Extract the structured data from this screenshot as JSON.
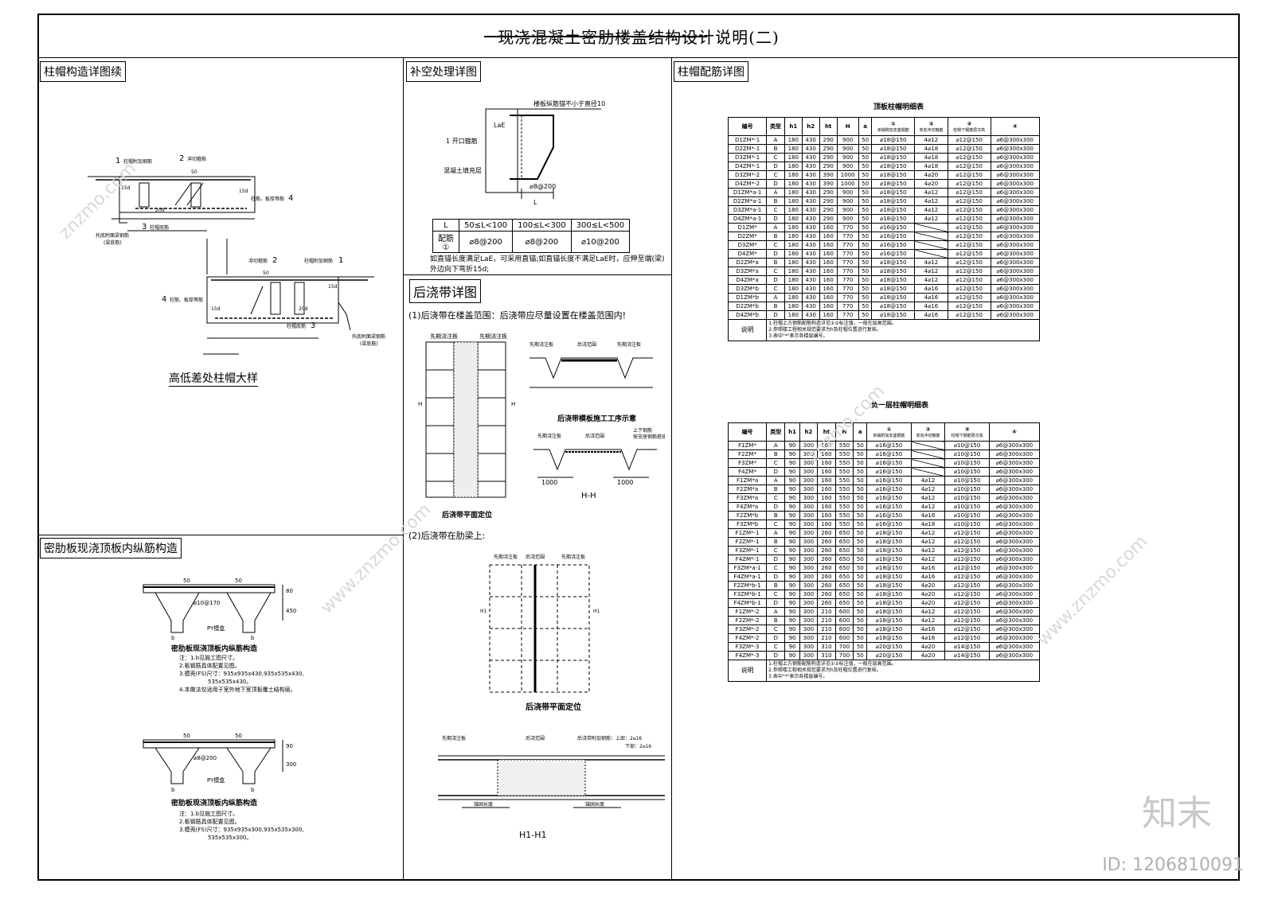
{
  "title": "现浇混凝土密肋楼盖结构设计说明(二)",
  "sections": {
    "s1": "柱帽构造详图续",
    "s2": "补空处理详图",
    "s3": "柱帽配筋详图",
    "s4": "密肋板现浇顶板内纵筋构造",
    "s5": "后浇带详图"
  },
  "col_cap_detail": {
    "caption": "高低差处柱帽大样",
    "label1": "1",
    "label2": "2",
    "label3": "3",
    "label4": "4",
    "l1_text": "柱帽附加钢筋",
    "l2_text": "冲切箍筋",
    "l3_text": "柱帽底筋",
    "l4_text": "柱筋、板厚等筋",
    "l5_text": "托底附面梁钢筋",
    "l6_text": "(梁底筋)",
    "d15": "15d",
    "d20": "20d",
    "d50": "50"
  },
  "fill_detail": {
    "t1": "楼板纵筋锚不小于直径10",
    "t2": "1 开口箍筋",
    "t3": "混凝土填充层",
    "t4": "LaE",
    "t5": "⌀8@200",
    "t6": "L",
    "table_h1": "L",
    "table_h2": "50≤L<100",
    "table_h3": "100≤L<300",
    "table_h4": "300≤L<500",
    "table_r1": "配筋",
    "table_r2": "①",
    "table_v1": "⌀8@200",
    "table_v2": "⌀8@200",
    "table_v3": "⌀10@200",
    "note": "如直锚长度满足LaE，可采用直锚;如直锚长度不满足LaE时，应伸至端(梁)外边向下弯折15d;"
  },
  "post_pour": {
    "p1": "(1)后浇带在楼盖范围：后浇带应尽量设置在楼盖范围内!",
    "p2": "(2)后浇带在肋梁上:",
    "cap1": "后浇带模板施工工序示意",
    "cap2": "后浇带平面定位",
    "cap3": "H-H",
    "cap4": "后浇带平面定位",
    "cap5": "H1-H1",
    "lbl_first": "先期浇注板",
    "lbl_post": "后浇范围",
    "lbl_h": "H",
    "lbl_h1": "H1",
    "d1000a": "1000",
    "d1000b": "1000",
    "top_note1": "上下钢筋",
    "top_note2": "按支座钢筋搭接",
    "rebar1": "后浇带附加钢筋：上部：2⌀16",
    "rebar2": "下部：2⌀16",
    "anchor1": "锚固长度",
    "anchor2": "锚固长度"
  },
  "rib_slab": {
    "cap1": "密肋板现浇顶板内纵筋构造",
    "cap2": "密肋板现浇顶板内纵筋构造",
    "r1": "⌀10@170",
    "r2": "⌀8@200",
    "d50": "50",
    "d80": "80",
    "d450": "450",
    "d90": "90",
    "d300": "300",
    "py1": "PY模盒",
    "py2": "PY模盒",
    "b": "b",
    "notes1": [
      "注：1.b见施工图尺寸。",
      "2.板钢筋具体配置见图。",
      "3.模壳(FS)尺寸：935x935x430,935x535x430,",
      "535x535x430。",
      "4.本做法仅适用于室外地下室顶板覆土结构层。"
    ],
    "notes2": [
      "注：1.b见施工图尺寸。",
      "2.板钢筋具体配置见图。",
      "3.模壳(FS)尺寸：935x935x300,935x535x300,",
      "535x535x300。"
    ]
  },
  "table1": {
    "title": "顶板柱帽明细表",
    "headers": [
      "编号",
      "类型",
      "h1",
      "h2",
      "ht",
      "H",
      "a",
      "①",
      "②",
      "③",
      "④"
    ],
    "subheaders": [
      "",
      "",
      "",
      "",
      "",
      "",
      "",
      "单抽附加支座钢筋",
      "单向冲切箍筋",
      "柱帽下钢筋层次高",
      ""
    ],
    "rows": [
      [
        "D1ZM*-1",
        "A",
        "180",
        "430",
        "290",
        "900",
        "50",
        "⌀18@150",
        "4⌀12",
        "⌀12@150",
        "⌀6@300x300"
      ],
      [
        "D2ZM*-1",
        "B",
        "180",
        "430",
        "290",
        "900",
        "50",
        "⌀18@150",
        "4⌀18",
        "⌀12@150",
        "⌀6@300x300"
      ],
      [
        "D3ZM*-1",
        "C",
        "180",
        "430",
        "290",
        "900",
        "50",
        "⌀18@150",
        "4⌀18",
        "⌀12@150",
        "⌀6@300x300"
      ],
      [
        "D4ZM*-1",
        "D",
        "180",
        "430",
        "290",
        "900",
        "50",
        "⌀18@150",
        "4⌀18",
        "⌀12@150",
        "⌀6@300x300"
      ],
      [
        "D3ZM*-2",
        "C",
        "180",
        "430",
        "390",
        "1000",
        "50",
        "⌀18@150",
        "4⌀20",
        "⌀12@150",
        "⌀6@300x300"
      ],
      [
        "D4ZM*-2",
        "D",
        "180",
        "430",
        "390",
        "1000",
        "50",
        "⌀18@150",
        "4⌀20",
        "⌀12@150",
        "⌀6@300x300"
      ],
      [
        "D1ZM*a-1",
        "A",
        "180",
        "430",
        "290",
        "900",
        "50",
        "⌀18@150",
        "4⌀12",
        "⌀12@150",
        "⌀6@300x300"
      ],
      [
        "D2ZM*a-1",
        "B",
        "180",
        "430",
        "290",
        "900",
        "50",
        "⌀18@150",
        "4⌀12",
        "⌀12@150",
        "⌀6@300x300"
      ],
      [
        "D3ZM*a-1",
        "C",
        "180",
        "430",
        "290",
        "900",
        "50",
        "⌀18@150",
        "4⌀12",
        "⌀12@150",
        "⌀6@300x300"
      ],
      [
        "D4ZM*a-1",
        "D",
        "180",
        "430",
        "290",
        "900",
        "50",
        "⌀18@150",
        "4⌀12",
        "⌀12@150",
        "⌀6@300x300"
      ],
      [
        "D1ZM*",
        "A",
        "180",
        "430",
        "160",
        "770",
        "50",
        "⌀16@150",
        "",
        "⌀12@150",
        "⌀6@300x300"
      ],
      [
        "D2ZM*",
        "B",
        "180",
        "430",
        "160",
        "770",
        "50",
        "⌀16@150",
        "",
        "⌀12@150",
        "⌀6@300x300"
      ],
      [
        "D3ZM*",
        "C",
        "180",
        "430",
        "160",
        "770",
        "50",
        "⌀16@150",
        "",
        "⌀12@150",
        "⌀6@300x300"
      ],
      [
        "D4ZM*",
        "D",
        "180",
        "430",
        "160",
        "770",
        "50",
        "⌀16@150",
        "",
        "⌀12@150",
        "⌀6@300x300"
      ],
      [
        "D2ZM*a",
        "B",
        "180",
        "430",
        "160",
        "770",
        "50",
        "⌀18@150",
        "4⌀12",
        "⌀12@150",
        "⌀6@300x300"
      ],
      [
        "D3ZM*a",
        "C",
        "180",
        "430",
        "160",
        "770",
        "50",
        "⌀18@150",
        "4⌀12",
        "⌀12@150",
        "⌀6@300x300"
      ],
      [
        "D4ZM*a",
        "D",
        "180",
        "430",
        "160",
        "770",
        "50",
        "⌀18@150",
        "4⌀12",
        "⌀12@150",
        "⌀6@300x300"
      ],
      [
        "D3ZM*b",
        "C",
        "180",
        "430",
        "160",
        "770",
        "50",
        "⌀18@150",
        "4⌀16",
        "⌀12@150",
        "⌀6@300x300"
      ],
      [
        "D1ZM*b",
        "A",
        "180",
        "430",
        "160",
        "770",
        "50",
        "⌀18@150",
        "4⌀16",
        "⌀12@150",
        "⌀6@300x300"
      ],
      [
        "D2ZM*b",
        "B",
        "180",
        "430",
        "160",
        "770",
        "50",
        "⌀18@150",
        "4⌀16",
        "⌀12@150",
        "⌀6@300x300"
      ],
      [
        "D4ZM*b",
        "D",
        "180",
        "430",
        "160",
        "770",
        "50",
        "⌀18@150",
        "4⌀16",
        "⌀12@150",
        "⌀6@300x300"
      ]
    ],
    "note_label": "说明",
    "note_text": [
      "1.柱帽上方钢筋配筋构造详见①②标注值，一般在层高范围。",
      "2.参照楼工程相关规范要求为h及柱帽位置进行复核。",
      "3.表中\"*\"表示各楼层编号。"
    ]
  },
  "table2": {
    "title": "负一层柱帽明细表",
    "headers": [
      "编号",
      "类型",
      "h1",
      "h2",
      "ht",
      "H",
      "a",
      "①",
      "②",
      "③",
      "④"
    ],
    "subheaders": [
      "",
      "",
      "",
      "",
      "",
      "",
      "",
      "单抽附加支座钢筋",
      "单向冲切箍筋",
      "柱帽下钢筋层次高",
      ""
    ],
    "rows": [
      [
        "F1ZM*",
        "A",
        "90",
        "300",
        "160",
        "550",
        "50",
        "⌀16@150",
        "",
        "⌀10@150",
        "⌀6@300x300"
      ],
      [
        "F2ZM*",
        "B",
        "90",
        "300",
        "160",
        "550",
        "50",
        "⌀16@150",
        "",
        "⌀10@150",
        "⌀6@300x300"
      ],
      [
        "F3ZM*",
        "C",
        "90",
        "300",
        "160",
        "550",
        "50",
        "⌀16@150",
        "",
        "⌀10@150",
        "⌀6@300x300"
      ],
      [
        "F4ZM*",
        "D",
        "90",
        "300",
        "160",
        "550",
        "50",
        "⌀16@150",
        "",
        "⌀10@150",
        "⌀6@300x300"
      ],
      [
        "F1ZM*a",
        "A",
        "90",
        "300",
        "160",
        "550",
        "50",
        "⌀16@150",
        "4⌀12",
        "⌀10@150",
        "⌀6@300x300"
      ],
      [
        "F2ZM*a",
        "B",
        "90",
        "300",
        "160",
        "550",
        "50",
        "⌀16@150",
        "4⌀12",
        "⌀10@150",
        "⌀6@300x300"
      ],
      [
        "F3ZM*a",
        "C",
        "90",
        "300",
        "160",
        "550",
        "50",
        "⌀16@150",
        "4⌀12",
        "⌀10@150",
        "⌀6@300x300"
      ],
      [
        "F4ZM*a",
        "D",
        "90",
        "300",
        "160",
        "550",
        "50",
        "⌀16@150",
        "4⌀12",
        "⌀10@150",
        "⌀6@300x300"
      ],
      [
        "F2ZM*b",
        "B",
        "90",
        "300",
        "160",
        "550",
        "50",
        "⌀16@150",
        "4⌀16",
        "⌀10@150",
        "⌀6@300x300"
      ],
      [
        "F3ZM*b",
        "C",
        "90",
        "300",
        "160",
        "550",
        "50",
        "⌀16@150",
        "4⌀18",
        "⌀10@150",
        "⌀6@300x300"
      ],
      [
        "F1ZM*-1",
        "A",
        "90",
        "300",
        "260",
        "650",
        "50",
        "⌀18@150",
        "4⌀12",
        "⌀12@150",
        "⌀6@300x300"
      ],
      [
        "F2ZM*-1",
        "B",
        "90",
        "300",
        "260",
        "650",
        "50",
        "⌀18@150",
        "4⌀12",
        "⌀12@150",
        "⌀6@300x300"
      ],
      [
        "F3ZM*-1",
        "C",
        "90",
        "300",
        "260",
        "650",
        "50",
        "⌀18@150",
        "4⌀12",
        "⌀12@150",
        "⌀6@300x300"
      ],
      [
        "F4ZM*-1",
        "D",
        "90",
        "300",
        "260",
        "650",
        "50",
        "⌀18@150",
        "4⌀12",
        "⌀12@150",
        "⌀6@300x300"
      ],
      [
        "F3ZM*a-1",
        "C",
        "90",
        "300",
        "260",
        "650",
        "50",
        "⌀18@150",
        "4⌀16",
        "⌀12@150",
        "⌀6@300x300"
      ],
      [
        "F4ZM*a-1",
        "D",
        "90",
        "300",
        "260",
        "650",
        "50",
        "⌀18@150",
        "4⌀16",
        "⌀12@150",
        "⌀6@300x300"
      ],
      [
        "F2ZM*b-1",
        "B",
        "90",
        "300",
        "260",
        "650",
        "50",
        "⌀18@150",
        "4⌀20",
        "⌀12@150",
        "⌀6@300x300"
      ],
      [
        "F3ZM*b-1",
        "C",
        "90",
        "300",
        "260",
        "650",
        "50",
        "⌀18@150",
        "4⌀20",
        "⌀12@150",
        "⌀6@300x300"
      ],
      [
        "F4ZM*b-1",
        "D",
        "90",
        "300",
        "260",
        "650",
        "50",
        "⌀18@150",
        "4⌀20",
        "⌀12@150",
        "⌀6@300x300"
      ],
      [
        "F1ZM*-2",
        "A",
        "90",
        "300",
        "210",
        "600",
        "50",
        "⌀18@150",
        "4⌀12",
        "⌀12@150",
        "⌀6@300x300"
      ],
      [
        "F2ZM*-2",
        "B",
        "90",
        "300",
        "210",
        "600",
        "50",
        "⌀18@150",
        "4⌀12",
        "⌀12@150",
        "⌀6@300x300"
      ],
      [
        "F3ZM*-2",
        "C",
        "90",
        "300",
        "210",
        "600",
        "50",
        "⌀18@150",
        "4⌀16",
        "⌀12@150",
        "⌀6@300x300"
      ],
      [
        "F4ZM*-2",
        "D",
        "90",
        "300",
        "210",
        "600",
        "50",
        "⌀18@150",
        "4⌀16",
        "⌀12@150",
        "⌀6@300x300"
      ],
      [
        "F3ZM*-3",
        "C",
        "90",
        "300",
        "310",
        "700",
        "50",
        "⌀20@150",
        "4⌀20",
        "⌀14@150",
        "⌀6@300x300"
      ],
      [
        "F4ZM*-3",
        "D",
        "90",
        "300",
        "310",
        "700",
        "50",
        "⌀20@150",
        "4⌀20",
        "⌀14@150",
        "⌀6@300x300"
      ]
    ],
    "note_label": "说明",
    "note_text": [
      "1.柱帽上方钢筋配筋构造详见①②标注值，一般在层高范围。",
      "2.参照楼工程相关规范要求为h及柱帽位置进行复核。",
      "3.表中\"*\"表示各楼层编号。"
    ]
  },
  "watermark": {
    "site": "znzmo.com",
    "site2": "www.znzmo.com",
    "brand": "知末",
    "id": "ID: 1206810091"
  }
}
